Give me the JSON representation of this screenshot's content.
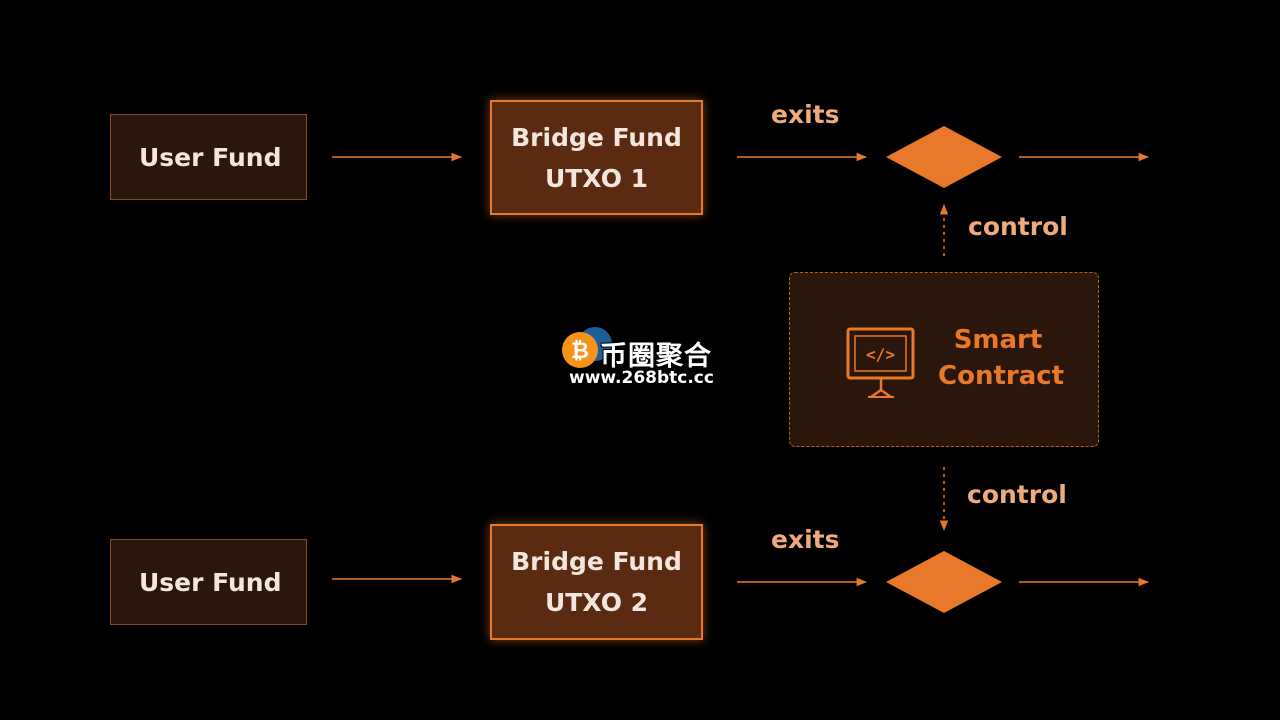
{
  "colors": {
    "background": "#000000",
    "accent": "#e8782a",
    "user_fund_fill": "#2b160b",
    "bridge_fund_fill": "#5a2b10",
    "label_text": "#f0ab7c",
    "box_text": "#f4e6dc"
  },
  "rows": [
    {
      "user_fund": "User Fund",
      "bridge_line1": "Bridge Fund",
      "bridge_line2": "UTXO 1",
      "exits_label": "exits"
    },
    {
      "user_fund": "User Fund",
      "bridge_line1": "Bridge Fund",
      "bridge_line2": "UTXO 2",
      "exits_label": "exits"
    }
  ],
  "control_labels": [
    "control",
    "control"
  ],
  "smart_contract": {
    "title_line1": "Smart",
    "title_line2": "Contract",
    "icon": "code-monitor-icon",
    "code_glyph": "</>"
  },
  "watermark": {
    "logo_icon": "bitcoin-icon",
    "title": "币圈聚合",
    "url": "www.268btc.cc"
  }
}
